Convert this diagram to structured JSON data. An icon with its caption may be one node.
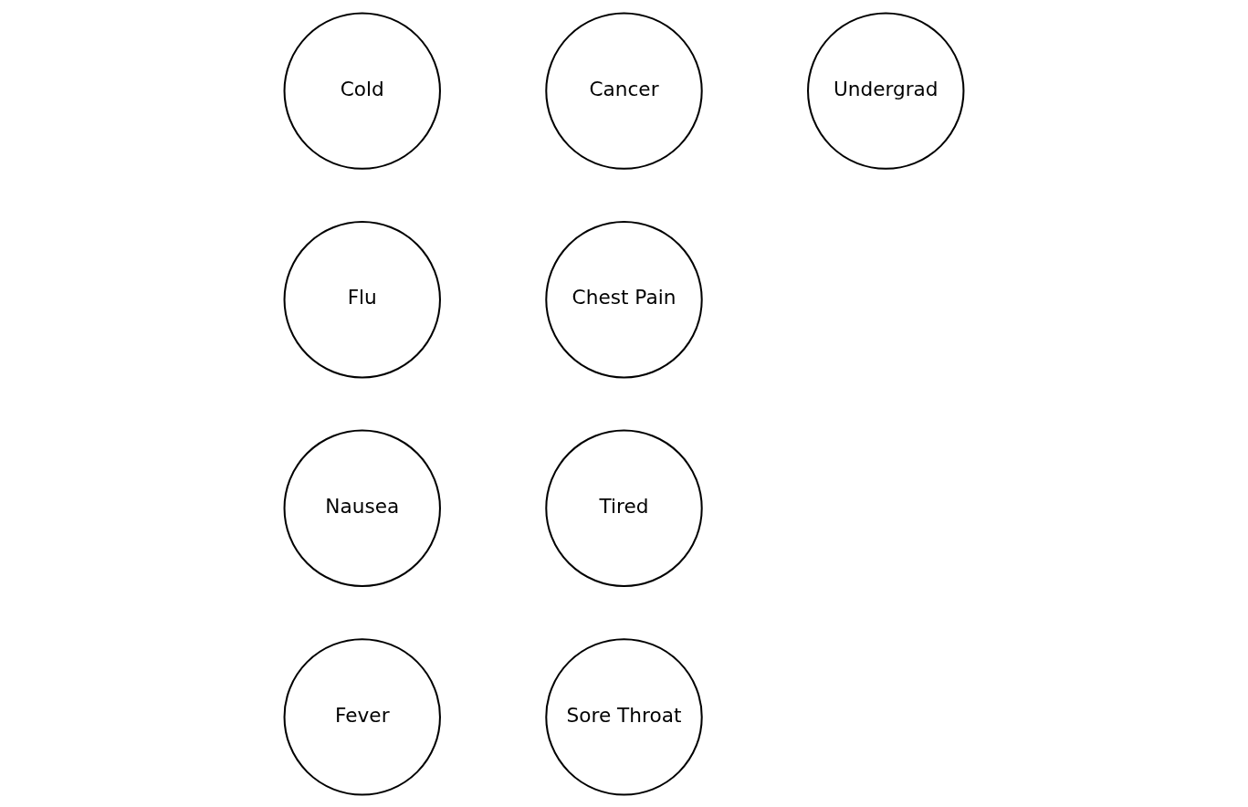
{
  "diagram": {
    "nodes": [
      {
        "text": [
          "Cold"
        ]
      },
      {
        "text": [
          "Cancer"
        ]
      },
      {
        "text": [
          "Undergrad"
        ]
      },
      {
        "text": [
          "Flu"
        ]
      },
      {
        "text": [
          "Chest Pain"
        ]
      },
      {
        "text": [
          "Nausea"
        ]
      },
      {
        "text": [
          "Tired"
        ]
      },
      {
        "text": [
          "Fever"
        ]
      },
      {
        "text": [
          "Sore Throat"
        ]
      }
    ]
  }
}
